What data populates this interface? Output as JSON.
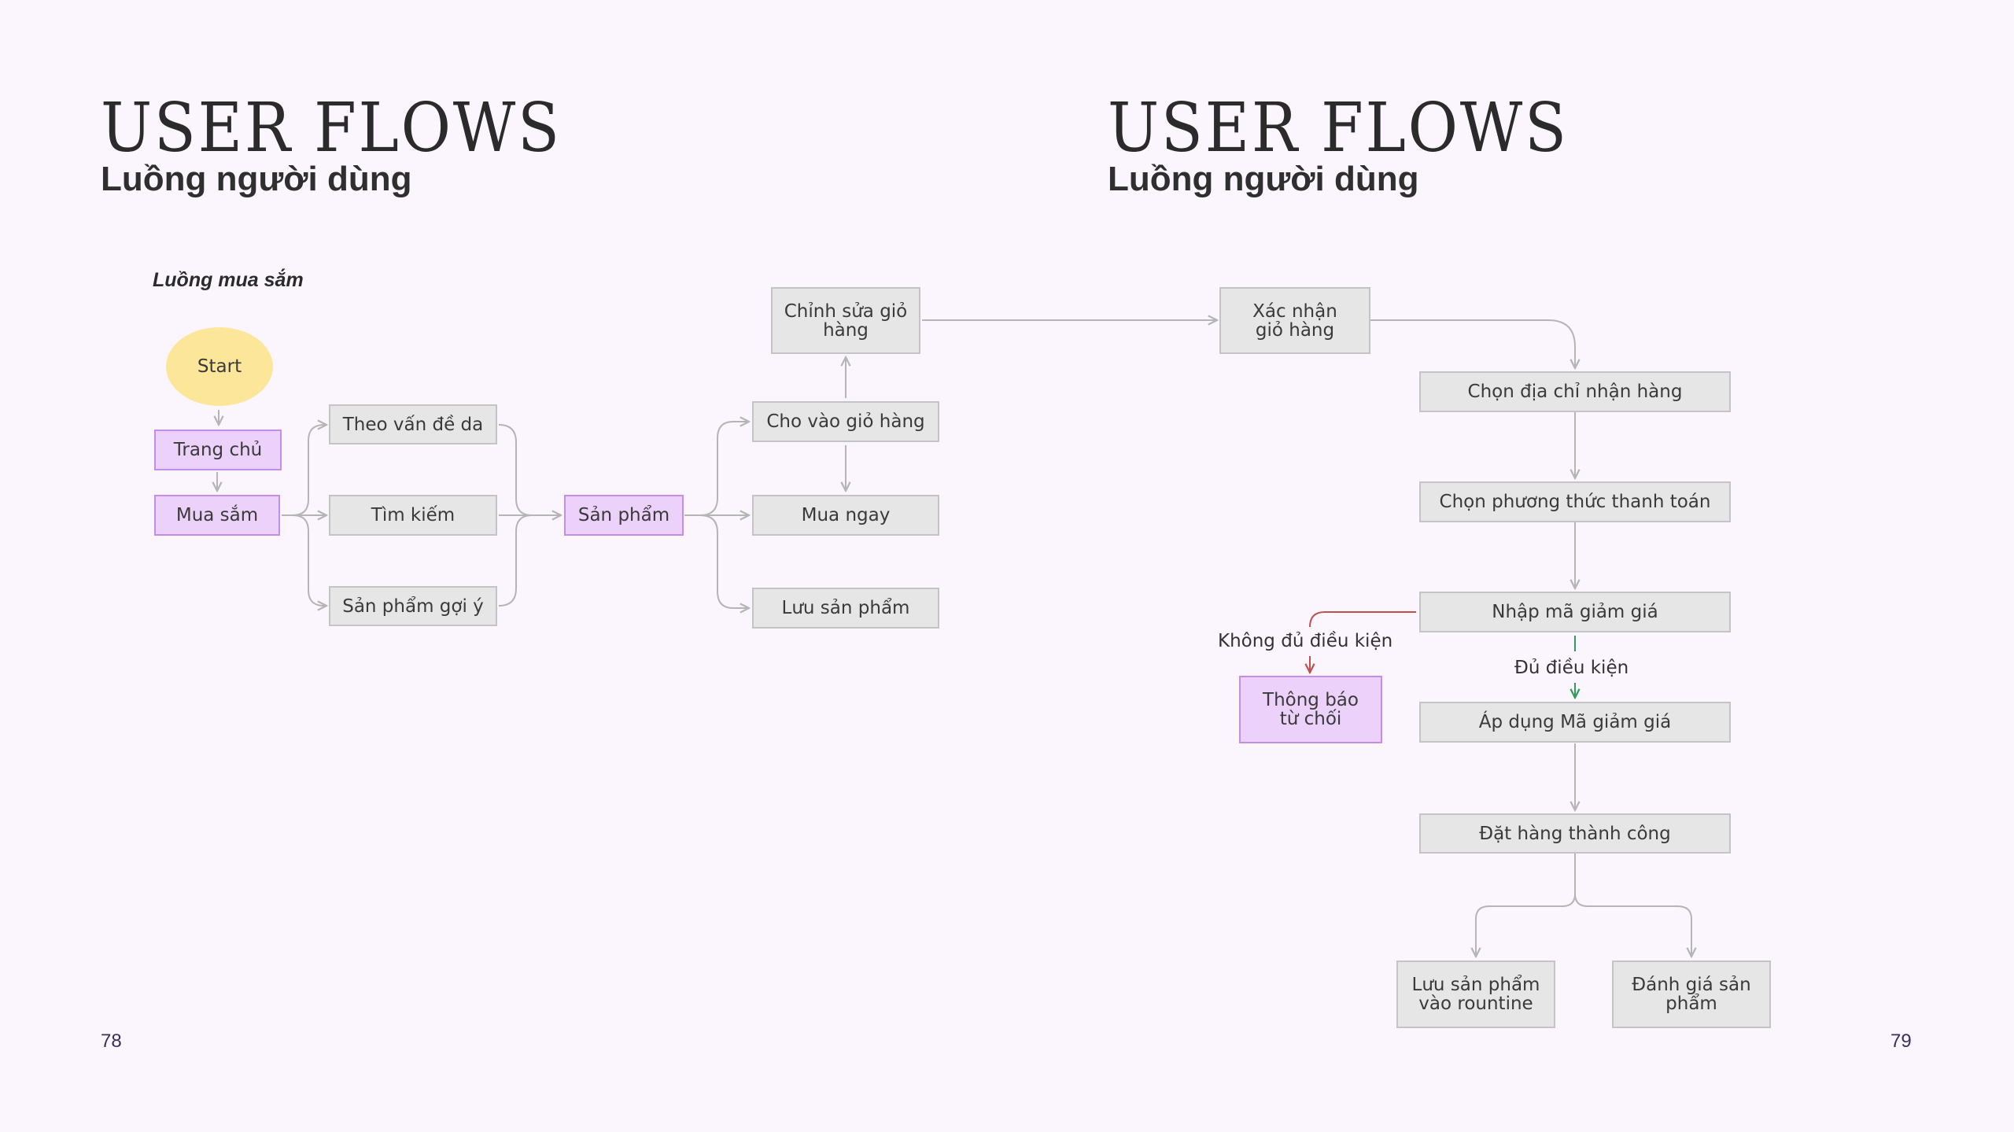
{
  "left_page": {
    "title": "USER FLOWS",
    "subtitle": "Luồng người dùng",
    "section_label": "Luồng mua sắm",
    "page_number": "78"
  },
  "right_page": {
    "title": "USER FLOWS",
    "subtitle": "Luồng người dùng",
    "page_number": "79"
  },
  "nodes": {
    "start": "Start",
    "home": "Trang chủ",
    "shopping": "Mua sắm",
    "skin_issue": "Theo vấn đề da",
    "search": "Tìm kiếm",
    "suggested": "Sản phẩm gợi ý",
    "product": "Sản phẩm",
    "edit_cart": "Chỉnh sửa giỏ hàng",
    "add_cart": "Cho vào giỏ hàng",
    "buy_now": "Mua ngay",
    "save_product": "Lưu sản phẩm",
    "confirm_cart": "Xác nhận giỏ hàng",
    "choose_address": "Chọn địa chỉ nhận hàng",
    "choose_payment": "Chọn phương thức thanh toán",
    "enter_code": "Nhập mã giảm giá",
    "reject": "Thông báo từ chối",
    "apply_code": "Áp dụng Mã giảm giá",
    "order_success": "Đặt hàng thành công",
    "save_routine": "Lưu sản phẩm vào rountine",
    "review": "Đánh giá sản phẩm"
  },
  "edge_labels": {
    "not_eligible": "Không đủ điều kiện",
    "eligible": "Đủ điều kiện"
  },
  "colors": {
    "background": "#fbf6fd",
    "node_gray": "#e6e6e6",
    "node_purple": "#ecd1fa",
    "node_start": "#fbe69a",
    "wire": "#b5b5b5",
    "reject_wire": "#c0504d",
    "eligible_wire": "#2e9e5b"
  }
}
